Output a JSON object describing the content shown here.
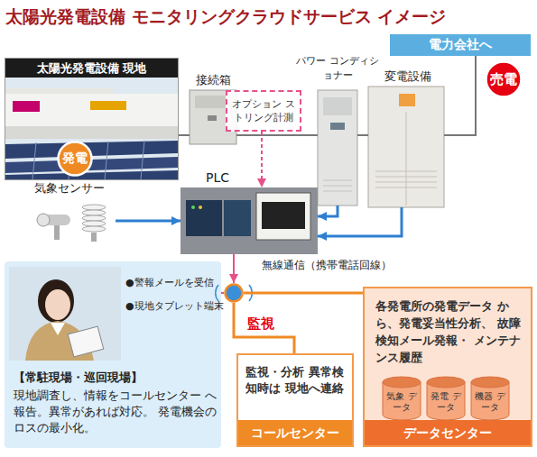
{
  "diagram": {
    "title": "太陽光発電設備 モニタリングクラウドサービス イメージ",
    "nodes": [
      {
        "text": [
          "太陽光発電設備 現地"
        ]
      },
      {
        "text": [
          "発電"
        ]
      },
      {
        "text": [
          "接続箱"
        ]
      },
      {
        "text": [
          "オプション ストリング計測"
        ]
      },
      {
        "text": [
          "パワー コンディショナー"
        ]
      },
      {
        "text": [
          "変電設備"
        ]
      },
      {
        "text": [
          "電力会社へ"
        ]
      },
      {
        "text": [
          "売電"
        ]
      },
      {
        "text": [
          "気象センサー"
        ]
      },
      {
        "text": [
          "PLC"
        ]
      },
      {
        "text": [
          "監視"
        ]
      },
      {
        "text": [
          "●警報メールを受信",
          "●現地タブレット端末",
          "【常駐現場・巡回現場】",
          "現地調査し、情報をコールセンター へ報告。異常があれば対応。 発電機会のロスの最小化。"
        ]
      },
      {
        "text": [
          "監視・分析 異常検知時は 現地へ連絡",
          "コールセンター"
        ]
      },
      {
        "text": [
          "各発電所の発電データ から、発電妥当性分析、 故障検知メール発報・ メンテナンス履歴",
          "データセンター"
        ]
      },
      {
        "text": [
          "気象 データ"
        ],
        "in": 13
      },
      {
        "text": [
          "発電 データ"
        ],
        "in": 13
      },
      {
        "text": [
          "機器 データ"
        ],
        "in": 13
      }
    ],
    "edges": [
      {
        "from": 0,
        "to": 2,
        "arrow": "none"
      },
      {
        "from": 2,
        "to": 4,
        "arrow": "none"
      },
      {
        "from": 4,
        "to": 5,
        "arrow": "none"
      },
      {
        "from": 5,
        "to": 6,
        "arrow": "none"
      },
      {
        "from": 3,
        "to": 9,
        "arrow": "to"
      },
      {
        "from": 8,
        "to": 9,
        "arrow": "to"
      },
      {
        "from": 4,
        "to": 9,
        "arrow": "to"
      },
      {
        "from": 5,
        "to": 9,
        "arrow": "to"
      },
      {
        "from": 9,
        "to": 10,
        "label": "無線通信（携帯電話回線）",
        "arrow": "to"
      },
      {
        "from": 10,
        "to": 11,
        "arrow": "none"
      },
      {
        "from": 10,
        "to": 12,
        "arrow": "none"
      },
      {
        "from": 10,
        "to": 13,
        "arrow": "none"
      }
    ]
  }
}
